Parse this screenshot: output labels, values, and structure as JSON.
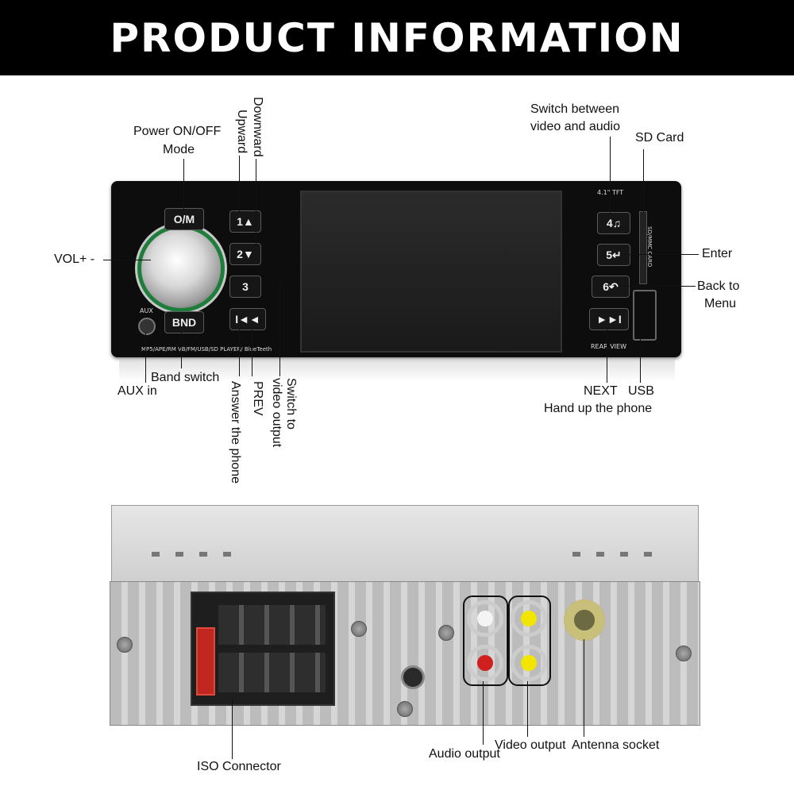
{
  "header": {
    "title": "PRODUCT INFORMATION"
  },
  "front_labels": {
    "power": "Power ON/OFF",
    "mode": "Mode",
    "downward": "Downward",
    "upward": "Upward",
    "switch_between_1": "Switch between",
    "switch_between_2": "video and audio",
    "sd_card": "SD Card",
    "vol": "VOL+ -",
    "enter": "Enter",
    "back_to": "Back to",
    "menu": "Menu",
    "aux_in": "AUX in",
    "band_switch": "Band switch",
    "prev": "PREV",
    "answer_phone": "Answer the phone",
    "switch_to": "Switch to",
    "video_output_vert": "video output",
    "next": "NEXT",
    "usb": "USB",
    "hand_up": "Hand up the phone"
  },
  "panel_text": {
    "om": "O/M",
    "btn1": "1▲",
    "btn2": "2▼",
    "btn3": "3",
    "prev_btn": "I◄◄",
    "band": "BND",
    "aux": "AUX",
    "tft": "4.1\" TFT",
    "btn4": "4♫",
    "btn5": "5↵",
    "btn6": "6↶",
    "next_btn": "►►I",
    "rear_view": "REAR VIEW",
    "formats": "MP5/APE/RM VB/FM/USB/SD PLAYER/ BlueTeeth",
    "sd_slot": "SD/MMC CARD"
  },
  "rear_labels": {
    "iso": "ISO Connector",
    "audio_output": "Audio output",
    "video_output": "Video output",
    "antenna": "Antenna socket"
  },
  "colors": {
    "banner": "#000000",
    "knob_ring": "#1d7d3a",
    "rca_red": "#d01f1f",
    "rca_yellow": "#f2e600",
    "fuse": "#c0281f"
  }
}
